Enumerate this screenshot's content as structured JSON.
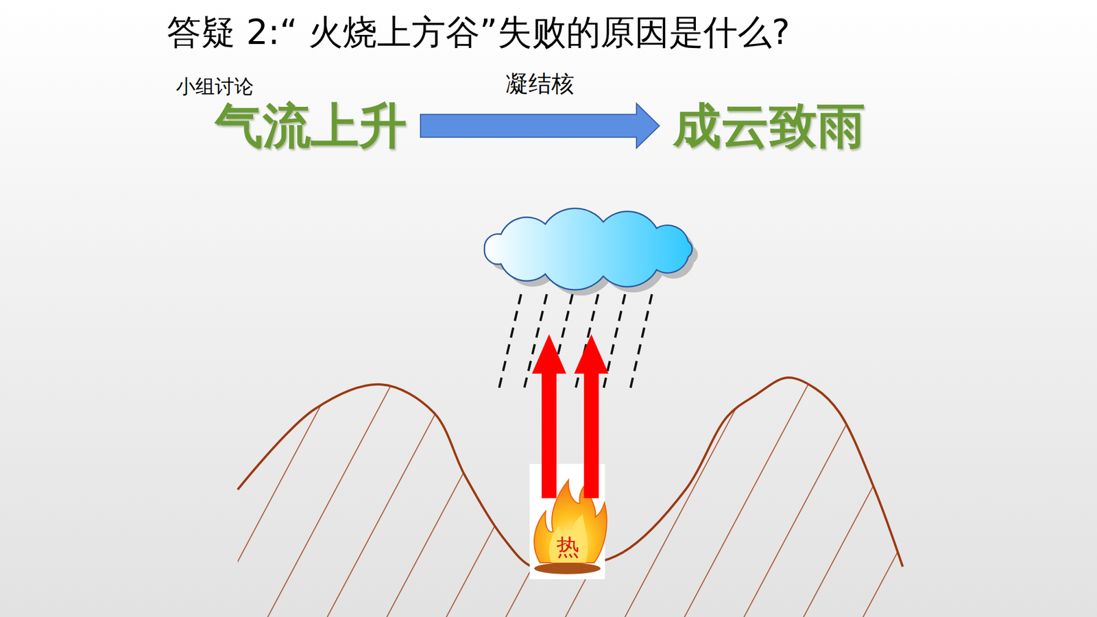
{
  "diagram": {
    "title": "答疑 2:“ 火烧上方谷”失败的原因是什么?",
    "nodes": [
      {
        "text": [
          "气流上升"
        ]
      },
      {
        "text": [
          "成云致雨"
        ]
      }
    ],
    "edges": [
      {
        "from": 0,
        "to": 1,
        "arrow": "to",
        "label": "凝结核"
      }
    ],
    "labels": [
      "小组讨论",
      "热"
    ]
  }
}
